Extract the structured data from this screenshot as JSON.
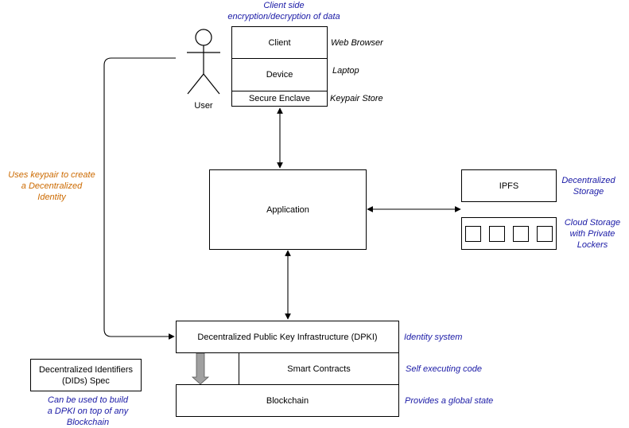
{
  "client_stack": {
    "note": "Client side\nencryption/decryption of data",
    "client": "Client",
    "client_label": "Web Browser",
    "device": "Device",
    "device_label": "Laptop",
    "enclave": "Secure Enclave",
    "enclave_label": "Keypair Store"
  },
  "user": {
    "label": "User"
  },
  "keypair_note": "Uses keypair to create\na Decentralized\nIdentity",
  "application": {
    "label": "Application"
  },
  "ipfs": {
    "label": "IPFS",
    "note": "Decentralized\nStorage"
  },
  "cloud": {
    "note": "Cloud Storage\nwith Private\nLockers",
    "locker_count": 4
  },
  "dpki": {
    "label": "Decentralized Public Key Infrastructure (DPKI)",
    "note": "Identity system"
  },
  "smart_contracts": {
    "label": "Smart Contracts",
    "note": "Self executing code"
  },
  "blockchain": {
    "label": "Blockchain",
    "note": "Provides a global state"
  },
  "dids": {
    "label": "Decentralized Identifiers\n(DIDs) Spec",
    "note": "Can be used to build\na DPKI on top of any\nBlockchain"
  },
  "colors": {
    "blue_note": "#1a1aa6",
    "orange_note": "#cc6a00",
    "arrow_gray": "#a0a0a0"
  }
}
